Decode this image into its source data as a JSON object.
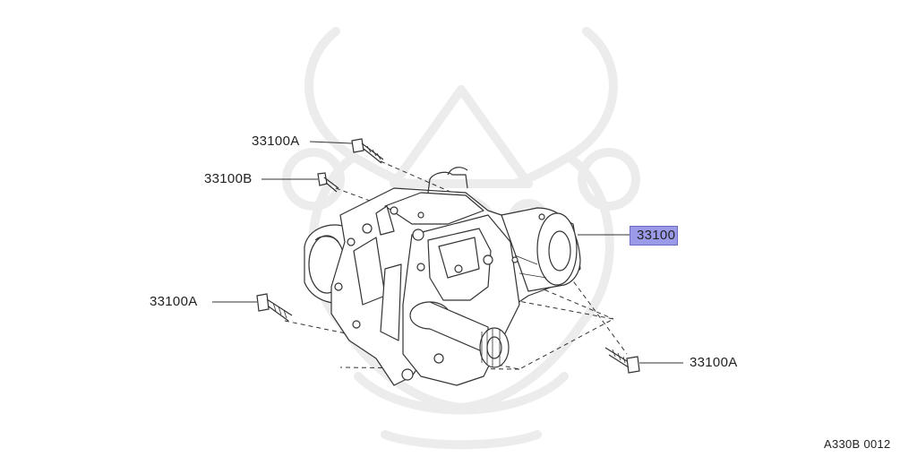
{
  "callouts": {
    "a_top": "33100A",
    "b_left": "33100B",
    "main": "33100",
    "a_left": "33100A",
    "a_right": "33100A"
  },
  "figure_code": "A330B 0012",
  "colors": {
    "line": "#333333",
    "highlight": "#9a9ae8",
    "watermark": "#ececec"
  },
  "icons": {
    "watermark": "samurai-helmet-watermark-icon",
    "assembly": "transfer-case-assembly-icon",
    "bolt": "bolt-icon"
  }
}
